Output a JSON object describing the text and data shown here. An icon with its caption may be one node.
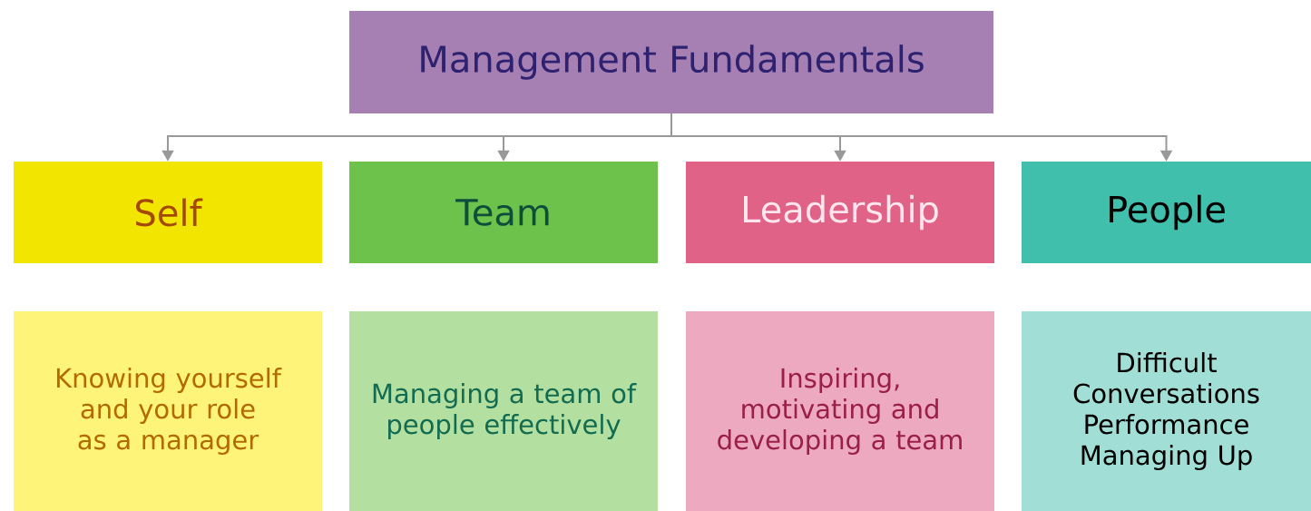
{
  "diagram": {
    "nodes": [
      {
        "text": [
          "Management Fundamentals"
        ]
      },
      {
        "text": [
          "Self"
        ]
      },
      {
        "text": [
          "Team"
        ]
      },
      {
        "text": [
          "Leadership"
        ]
      },
      {
        "text": [
          "People"
        ]
      },
      {
        "text": [
          "Knowing yourself and your role as a manager"
        ]
      },
      {
        "text": [
          "Managing a team of people effectively"
        ]
      },
      {
        "text": [
          "Inspiring, motivating and developing a team"
        ]
      },
      {
        "text": [
          "Difficult Conversations",
          "Performance",
          "Managing Up"
        ]
      }
    ],
    "edges": [
      {
        "from": 0,
        "to": 1,
        "arrow": "to"
      },
      {
        "from": 0,
        "to": 2,
        "arrow": "to"
      },
      {
        "from": 0,
        "to": 3,
        "arrow": "to"
      },
      {
        "from": 0,
        "to": 4,
        "arrow": "to"
      }
    ]
  }
}
